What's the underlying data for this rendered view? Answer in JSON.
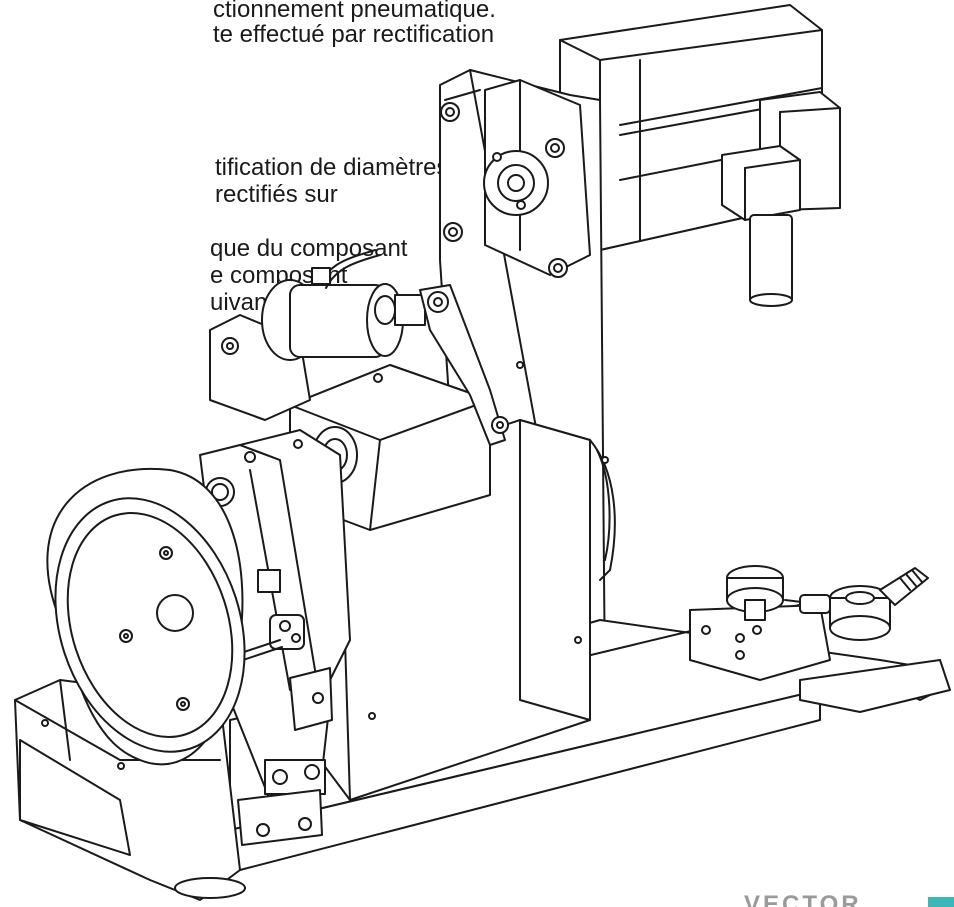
{
  "text_lines": [
    "ctionnement pneumatique.",
    "te effectué par rectification",
    "",
    "",
    "tification de diamètres",
    "rectifiés sur",
    "que du composant",
    "e composant",
    "uivant peut"
  ],
  "logo": {
    "text": "VECTOR",
    "accent_color": "#3cb7b7"
  },
  "colors": {
    "line": "#1a1a1a",
    "background": "#ffffff"
  }
}
